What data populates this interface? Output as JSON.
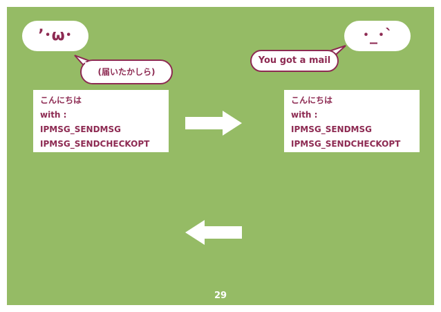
{
  "left_face": "’･ω･",
  "right_face": "･_･`",
  "left_bubble": "(届いたかしら)",
  "right_bubble": "You got a mail",
  "left_message": {
    "lines": [
      "こんにちは",
      "with :",
      "IPMSG_SENDMSG",
      "IPMSG_SENDCHECKOPT"
    ]
  },
  "right_message": {
    "lines": [
      "こんにちは",
      "with :",
      "IPMSG_SENDMSG",
      "IPMSG_SENDCHECKOPT"
    ]
  },
  "arrows": {
    "top": "arrow-right-icon",
    "bottom": "arrow-left-icon"
  },
  "colors": {
    "background": "#95bb65",
    "accent": "#8d2a52",
    "box": "#ffffff"
  },
  "page_number": "29"
}
